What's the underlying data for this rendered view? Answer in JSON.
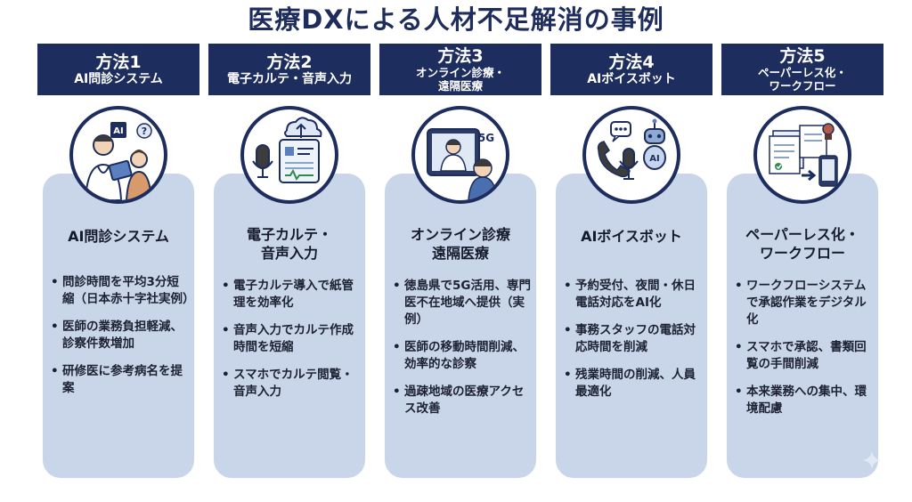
{
  "title": "医療DXによる人材不足解消の事例",
  "methods": [
    {
      "number": "方法1",
      "name": "AI問診システム",
      "icon": "doctor-tablet-icon",
      "card_title": "AI問診システム",
      "bullets": [
        "問診時間を平均3分短縮（日本赤十字社実例）",
        "医師の業務負担軽減、診察件数増加",
        "研修医に参考病名を提案"
      ]
    },
    {
      "number": "方法2",
      "name": "電子カルテ・音声入力",
      "icon": "microphone-ehr-icon",
      "card_title": "電子カルテ・\n音声入力",
      "bullets": [
        "電子カルテ導入で紙管理を効率化",
        "音声入力でカルテ作成時間を短縮",
        "スマホでカルテ閲覧・音声入力"
      ]
    },
    {
      "number": "方法3",
      "name": "オンライン診療・\n遠隔医療",
      "icon": "telemedicine-icon",
      "card_title": "オンライン診療\n遠隔医療",
      "bullets": [
        "徳島県で5G活用、専門医不在地域へ提供（実例）",
        "医師の移動時間削減、効率的な診察",
        "過疎地域の医療アクセス改善"
      ]
    },
    {
      "number": "方法4",
      "name": "AIボイスボット",
      "icon": "voicebot-icon",
      "card_title": "AIボイスボット",
      "bullets": [
        "予約受付、夜間・休日電話対応をAI化",
        "事務スタッフの電話対応時間を削減",
        "残業時間の削減、人員最適化"
      ]
    },
    {
      "number": "方法5",
      "name": "ペーパーレス化・\nワークフロー",
      "icon": "paperless-workflow-icon",
      "card_title": "ペーパーレス化・\nワークフロー",
      "bullets": [
        "ワークフローシステムで承認作業をデジタル化",
        "スマホで承認、書類回覧の手間削減",
        "本来業務への集中、環境配慮"
      ]
    }
  ],
  "icon_labels": {
    "ai_chip": "AI",
    "question": "?",
    "network": "5G",
    "bot": "AI"
  },
  "colors": {
    "navy": "#1d2d5e",
    "card_bg": "#c9d6ea",
    "title": "#1e2d5c"
  }
}
